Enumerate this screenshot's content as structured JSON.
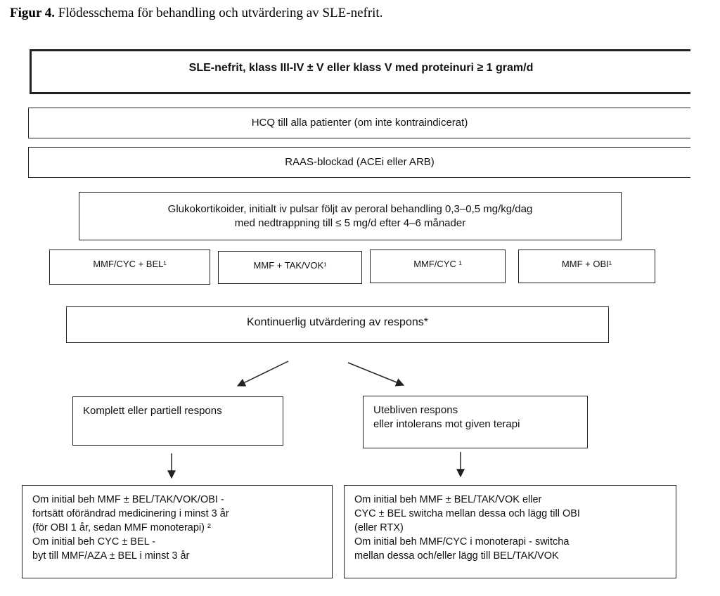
{
  "caption": {
    "label": "Figur 4.",
    "text": " Flödesschema för behandling och utvärdering av SLE-nefrit."
  },
  "boxes": {
    "header": "SLE-nefrit, klass III-IV ± V eller klass V med proteinuri ≥ 1 gram/d",
    "hcq": "HCQ till alla patienter (om inte kontraindicerat)",
    "raas": "RAAS-blockad (ACEi eller ARB)",
    "glukokortikoider": "Glukokortikoider, initialt iv pulsar följt av peroral behandling 0,3–0,5 mg/kg/dag\nmed nedtrappning till ≤ 5 mg/d efter 4–6 månader",
    "kontinuerlig": "Kontinuerlig utvärdering av respons*",
    "respons_ok": "Komplett eller partiell respons",
    "respons_no": "Utebliven respons\neller intolerans mot given terapi",
    "left_detail": "Om initial beh MMF ± BEL/TAK/VOK/OBI -\nfortsätt oförändrad medicinering i minst 3 år\n(för OBI 1 år, sedan MMF monoterapi) ²\nOm initial beh CYC ± BEL -\nbyt till MMF/AZA ± BEL i minst 3 år",
    "right_detail": "Om initial beh MMF ± BEL/TAK/VOK eller\nCYC ± BEL switcha mellan dessa och lägg till OBI\n(eller RTX)\nOm initial beh MMF/CYC i monoterapi - switcha\nmellan dessa och/eller lägg till BEL/TAK/VOK"
  },
  "treatments": [
    "MMF/CYC + BEL¹",
    "MMF + TAK/VOK¹",
    "MMF/CYC ¹",
    "MMF + OBI¹"
  ],
  "colors": {
    "border": "#222222",
    "text": "#111111",
    "background": "#ffffff"
  }
}
